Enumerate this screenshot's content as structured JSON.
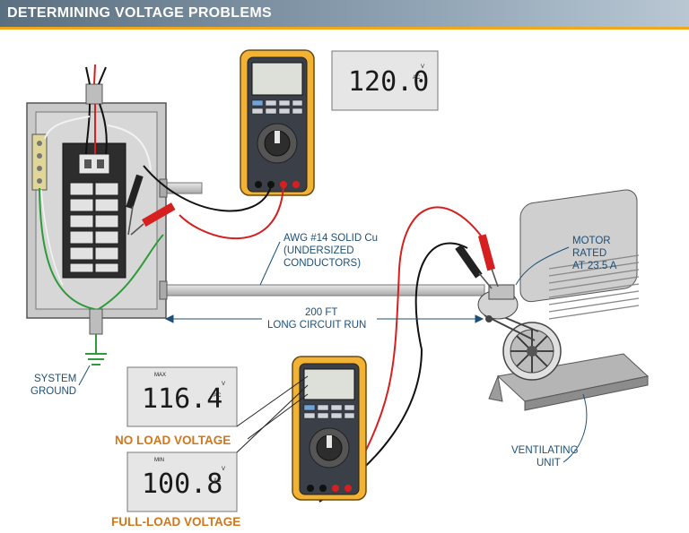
{
  "title": "DETERMINING VOLTAGE PROBLEMS",
  "meter_top": {
    "reading": "120.0",
    "unit_ac": "AC",
    "unit_v": "V"
  },
  "display_max": {
    "tag": "MAX",
    "reading": "116.4",
    "unit_ac": "AC",
    "unit_v": "V"
  },
  "display_min": {
    "tag": "MIN",
    "reading": "100.8",
    "unit_ac": "AC",
    "unit_v": "V"
  },
  "labels": {
    "conductor_line1": "AWG #14 SOLID Cu",
    "conductor_line2": "(UNDERSIZED",
    "conductor_line3": "CONDUCTORS)",
    "run_line1": "200 FT",
    "run_line2": "LONG CIRCUIT RUN",
    "motor_line1": "MOTOR",
    "motor_line2": "RATED",
    "motor_line3": "AT 23.5 A",
    "ground_line1": "SYSTEM",
    "ground_line2": "GROUND",
    "unit_line1": "VENTILATING",
    "unit_line2": "UNIT",
    "no_load": "NO LOAD VOLTAGE",
    "full_load": "FULL-LOAD VOLTAGE"
  },
  "colors": {
    "meter_body": "#f2b233",
    "panel": "#c9c9c9",
    "accent": "#f2a81b",
    "label_blue": "#1c4f77",
    "label_orange": "#d0771c",
    "probe_red": "#d62020",
    "wire_green": "#2f9a3a"
  }
}
